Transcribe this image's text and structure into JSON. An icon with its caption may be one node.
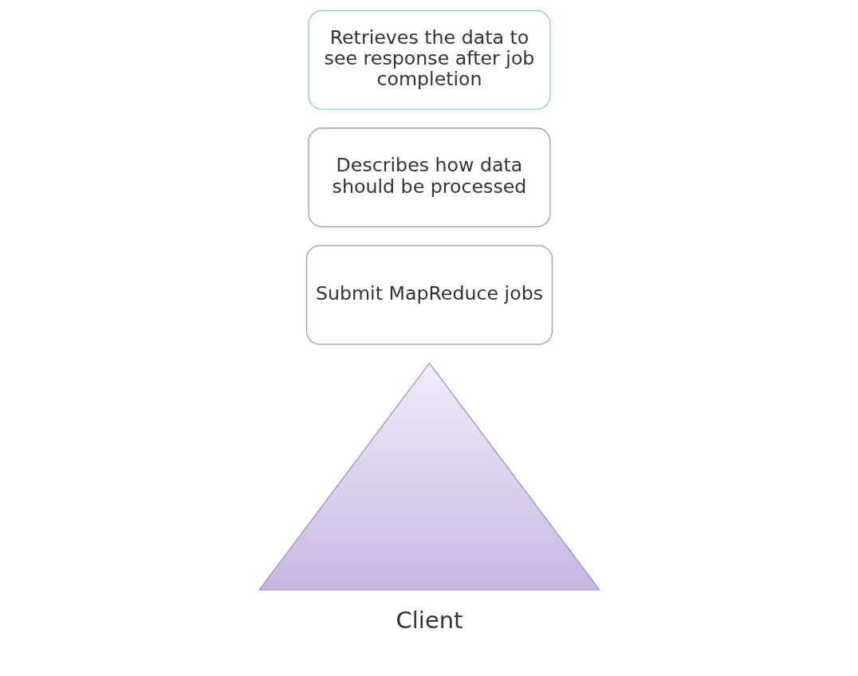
{
  "diagram": {
    "nodes": [
      {
        "text": [
          "Client"
        ]
      },
      {
        "text": [
          "Submit MapReduce jobs"
        ]
      },
      {
        "text": [
          "Describes how data should be processed"
        ]
      },
      {
        "text": [
          "Retrieves the data to see response after job completion"
        ]
      }
    ],
    "edges": []
  }
}
